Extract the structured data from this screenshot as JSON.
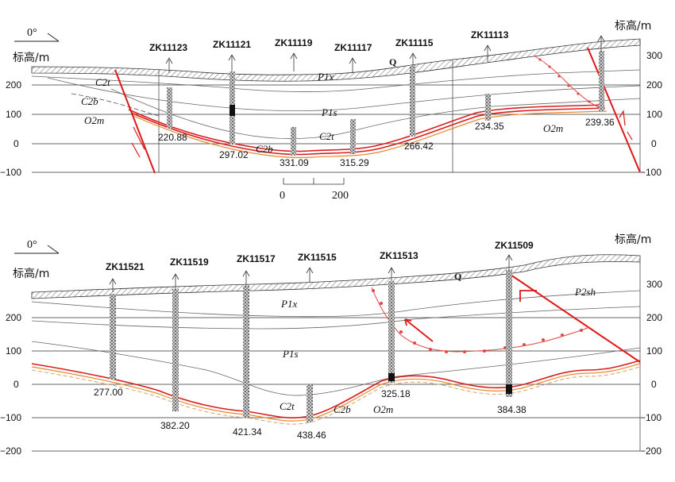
{
  "orientation_label": "0°",
  "elevation_unit_label": "标高/m",
  "top_section": {
    "y_ticks_left": [
      "200",
      "100",
      "0",
      "−100"
    ],
    "y_ticks_right": [
      "300",
      "200",
      "100",
      "0",
      "−100"
    ],
    "boreholes": [
      {
        "id": "ZK11123",
        "depth": "220.88"
      },
      {
        "id": "ZK11121",
        "depth": "297.02"
      },
      {
        "id": "ZK11119",
        "depth": "331.09"
      },
      {
        "id": "ZK11117",
        "depth": "315.29"
      },
      {
        "id": "ZK11115",
        "depth": "266.42"
      },
      {
        "id": "ZK11113",
        "depth": "234.35"
      },
      {
        "id": "",
        "depth": "239.36"
      }
    ],
    "strata": {
      "q": "Q",
      "p1x": "P1x",
      "p1s": "P1s",
      "c2t_left": "C2t",
      "c2b_left": "C2b",
      "o2m_left": "O2m",
      "c2b_mid": "C2b",
      "c2t_mid": "C2t",
      "o2m_right": "O2m"
    },
    "scale_bar": {
      "start": "0",
      "end": "200"
    }
  },
  "bottom_section": {
    "y_ticks_left": [
      "200",
      "100",
      "0",
      "−100",
      "−200"
    ],
    "y_ticks_right": [
      "300",
      "200",
      "100",
      "0",
      "−100",
      "−200"
    ],
    "boreholes": [
      {
        "id": "ZK11521",
        "depth": "277.00"
      },
      {
        "id": "ZK11519",
        "depth": "382.20"
      },
      {
        "id": "ZK11517",
        "depth": "421.34"
      },
      {
        "id": "ZK11515",
        "depth": "438.46"
      },
      {
        "id": "ZK11513",
        "depth": "325.18"
      },
      {
        "id": "ZK11509",
        "depth": "384.38"
      }
    ],
    "strata": {
      "q": "Q",
      "p2sh": "P2sh",
      "p1x": "P1x",
      "p1s": "P1s",
      "c2t": "C2t",
      "c2b": "C2b",
      "o2m": "O2m"
    }
  }
}
